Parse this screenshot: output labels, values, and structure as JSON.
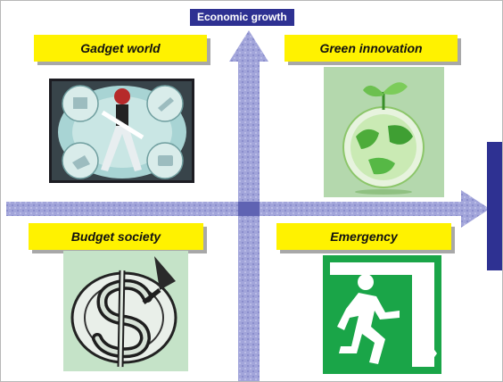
{
  "diagram": {
    "vertical_axis_label": "Economic growth",
    "quadrants": {
      "top_left": {
        "label": "Gadget world",
        "image_icon": "gadget-collage-icon"
      },
      "top_right": {
        "label": "Green innovation",
        "image_icon": "green-globe-icon"
      },
      "bottom_left": {
        "label": "Budget society",
        "image_icon": "dollar-sign-icon"
      },
      "bottom_right": {
        "label": "Emergency",
        "image_icon": "emergency-exit-icon"
      }
    }
  },
  "colors": {
    "label_background": "#fff200",
    "axis_fill": "#9a9dd6",
    "axis_title_background": "#2e3192",
    "right_marker": "#2e3192",
    "exit_sign_green": "#1aa548"
  }
}
